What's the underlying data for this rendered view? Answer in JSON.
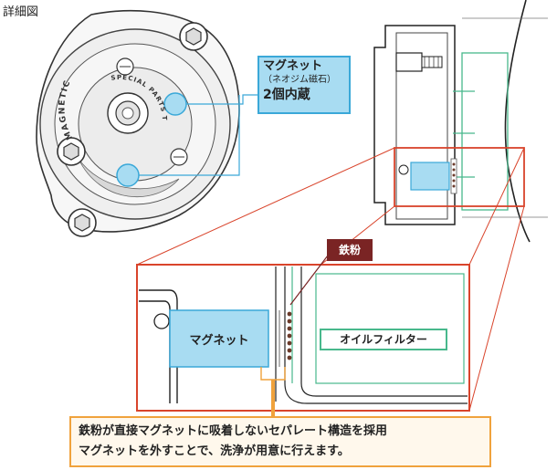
{
  "header": {
    "title": "詳細図"
  },
  "cover": {
    "ring_text": "MAGNETIC",
    "center_text": "SPECIAL PARTS TAKEGAWA"
  },
  "callout_magnet": {
    "line1": "マグネット",
    "line2": "（ネオジム磁石）",
    "line3": "2個内蔵"
  },
  "callout_iron": {
    "label": "鉄粉"
  },
  "detail": {
    "magnet_label": "マグネット",
    "filter_label": "オイルフィルター"
  },
  "note": {
    "line1": "鉄粉が直接マグネットに吸着しないセパレート構造を採用",
    "line2": "マグネットを外すことで、洗浄が用意に行えます。"
  },
  "colors": {
    "magnet_fill": "#a8dcf2",
    "magnet_border": "#3aa8d8",
    "detail_frame": "#d9442b",
    "filter_green": "#48b88c",
    "iron_label": "#7a2424",
    "note_border": "#f0a23c"
  }
}
